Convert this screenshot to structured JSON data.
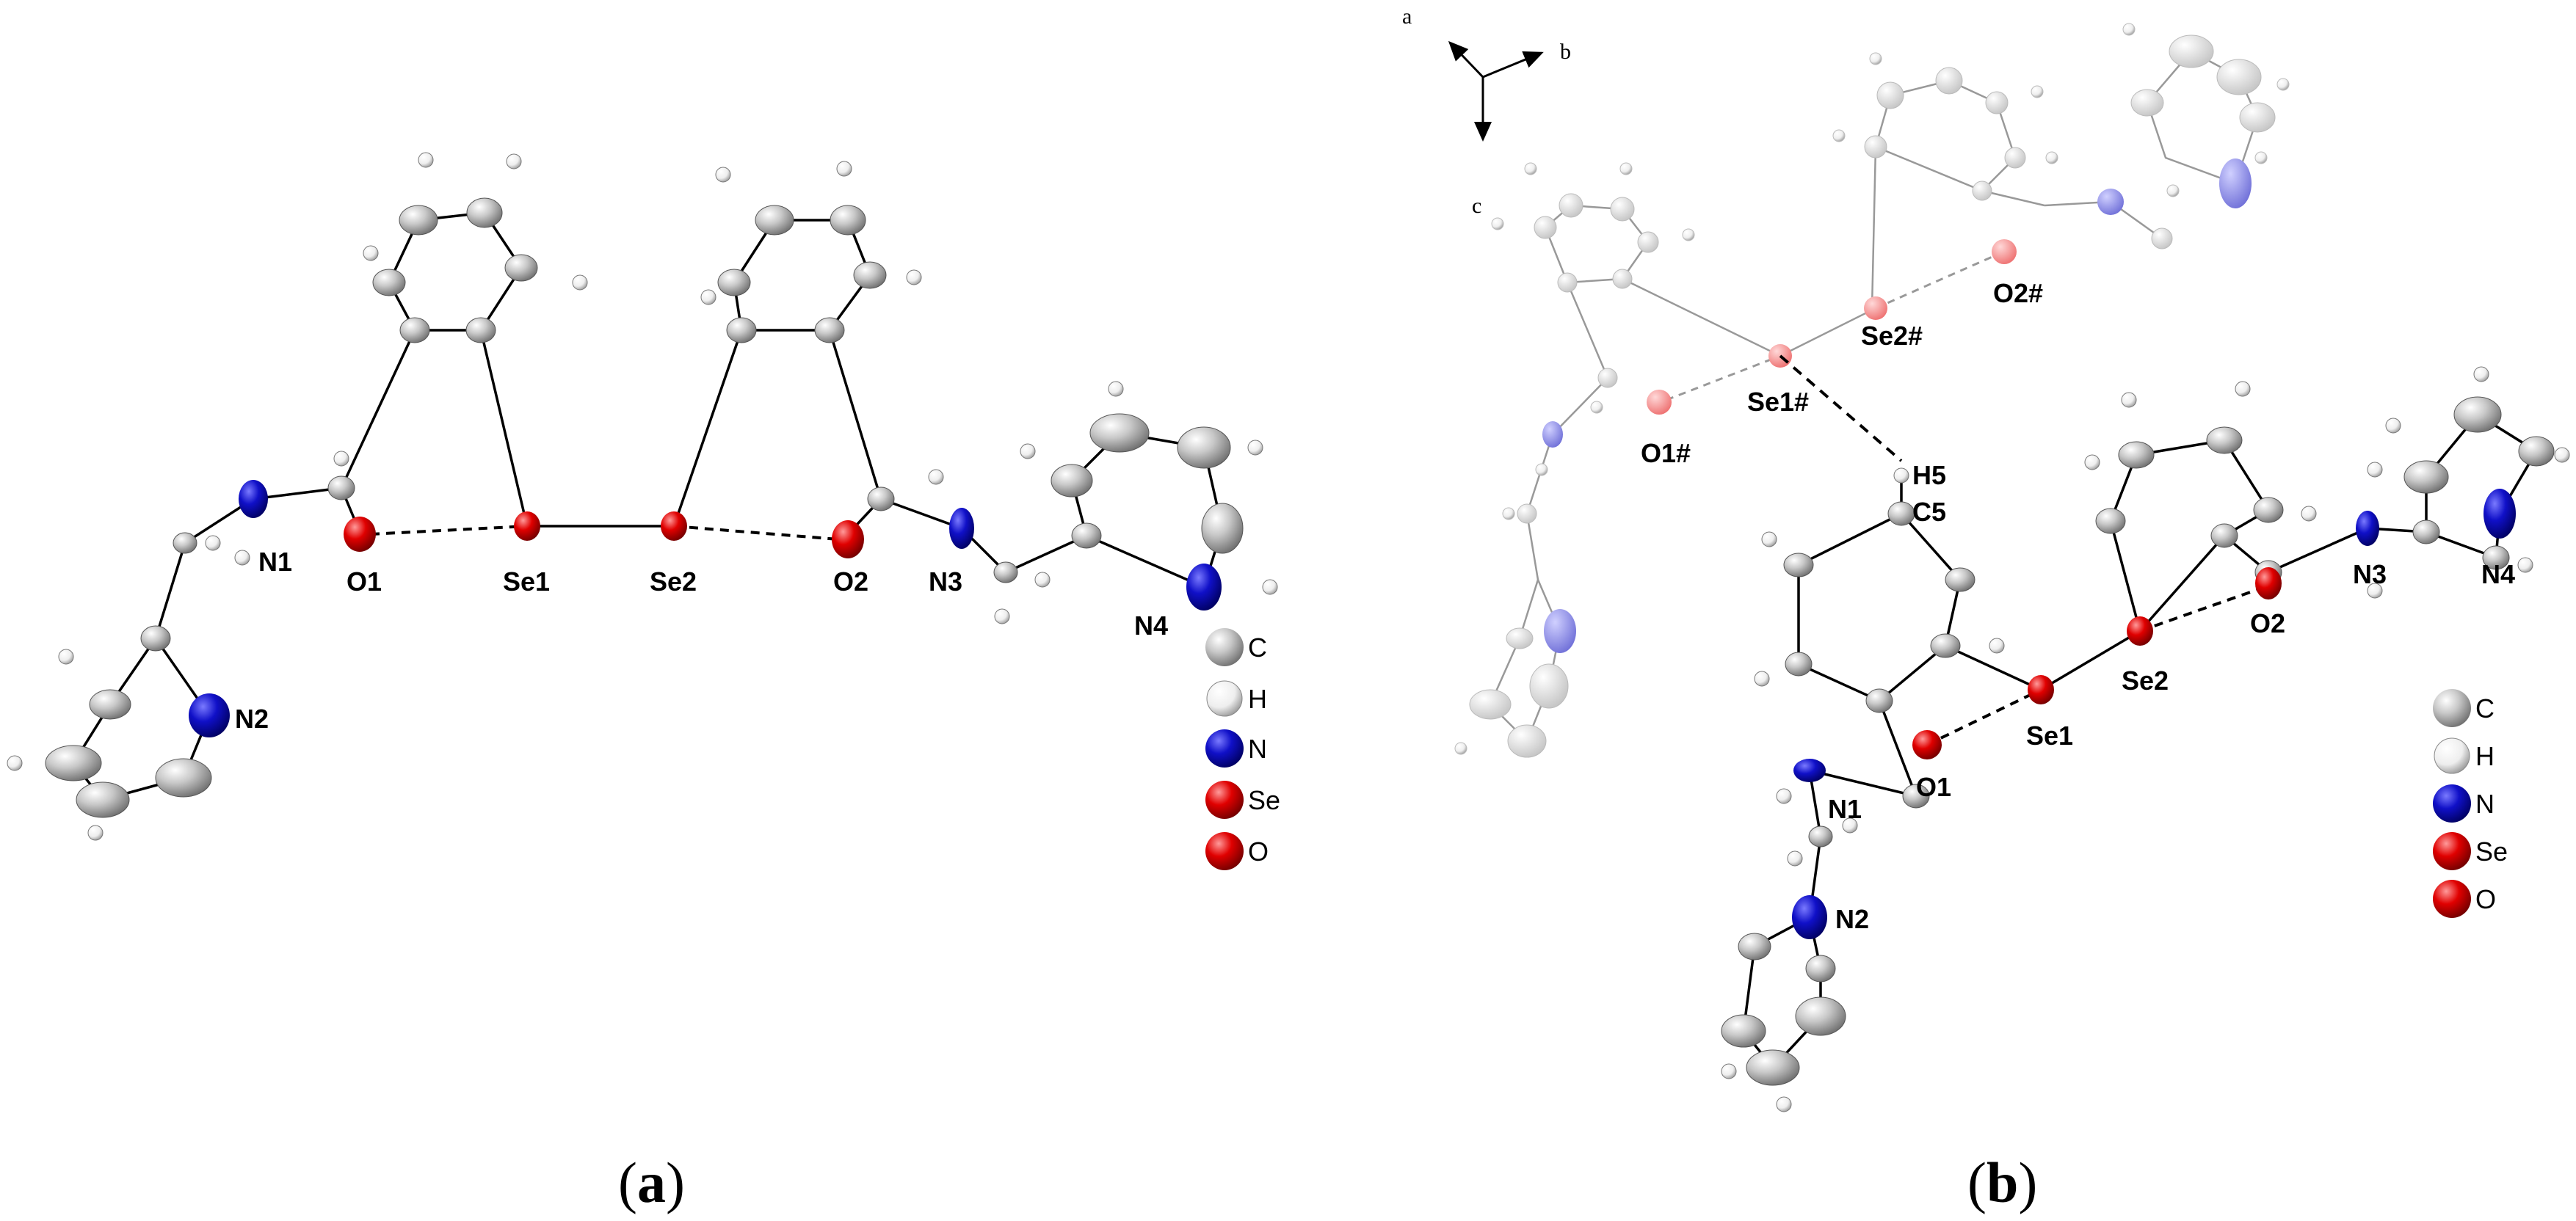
{
  "panel_a": {
    "atom_labels": {
      "n1": "N1",
      "o1": "O1",
      "se1": "Se1",
      "se2": "Se2",
      "o2": "O2",
      "n3": "N3",
      "n4": "N4",
      "n2": "N2"
    },
    "legend": {
      "c": "C",
      "h": "H",
      "n": "N",
      "se": "Se",
      "o": "O"
    },
    "caption": {
      "open": "(",
      "letter": "a",
      "close": ")"
    }
  },
  "panel_b": {
    "axes": {
      "a": "a",
      "b": "b",
      "c": "c"
    },
    "atom_labels": {
      "se2h": "Se2#",
      "o2h": "O2#",
      "se1h": "Se1#",
      "o1h": "O1#",
      "h5": "H5",
      "c5": "C5",
      "o2": "O2",
      "n3": "N3",
      "n4": "N4",
      "se2": "Se2",
      "se1": "Se1",
      "o1": "O1",
      "n1": "N1",
      "n2": "N2"
    },
    "legend": {
      "c": "C",
      "h": "H",
      "n": "N",
      "se": "Se",
      "o": "O"
    },
    "caption": {
      "open": "(",
      "letter": "b",
      "close": ")"
    }
  },
  "colors": {
    "carbon": "#b8b8b8",
    "hydrogen": "#e6e6e6",
    "nitrogen": "#1010c8",
    "selenium": "#e00000",
    "oxygen": "#e00000",
    "bond": "#000000",
    "faded_bond": "#999999",
    "faded_nitrogen": "#8a8ae0",
    "faded_selenium": "#f08080"
  }
}
